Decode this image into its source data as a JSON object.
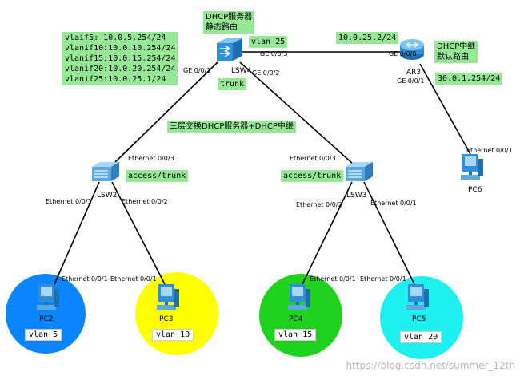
{
  "lsw4": {
    "label": "LSW4",
    "title_lines": [
      "DHCP服务器",
      "静态路由"
    ],
    "vlanif_lines": [
      "vlaif5: 10.0.5.254/24",
      "vlanif10:10.0.10.254/24",
      "vlanif15:10.0.15.254/24",
      "vlanif20:10.0.20.254/24",
      "vlanif25:10.0.25.1/24"
    ],
    "vlan": "vlan 25",
    "trunk": "trunk",
    "port_left": "GE 0/0/1",
    "port_right": "GE 0/0/2",
    "port_ar3": "GE 0/0/3"
  },
  "ar3": {
    "label": "AR3",
    "title_lines": [
      "DHCP中继",
      "默认路由"
    ],
    "ip_top": "10.0.25.2/24",
    "ip_bottom": "30.0.1.254/24",
    "port_top": "GE 0/0/0",
    "port_bottom": "GE 0/0/1"
  },
  "middle_note": "三层交换DHCP服务器+DHCP中继",
  "lsw2": {
    "label": "LSW2",
    "mode": "access/trunk",
    "port_up": "Ethernet 0/0/3",
    "port_left": "Ethernet 0/0/1",
    "port_right": "Ethernet 0/0/2"
  },
  "lsw3": {
    "label": "LSW3",
    "mode": "access/trunk",
    "port_up": "Ethernet 0/0/3",
    "port_left": "Ethernet 0/0/2",
    "port_right": "Ethernet 0/0/1"
  },
  "pc6": {
    "label": "PC6",
    "port": "Ethernet 0/0/1"
  },
  "pcs": [
    {
      "label": "PC2",
      "vlan": "vlan 5",
      "port": "Ethernet 0/0/1",
      "color": "#0a84ff"
    },
    {
      "label": "PC3",
      "vlan": "vlan 10",
      "port": "Ethernet 0/0/1",
      "color": "#ffff00"
    },
    {
      "label": "PC4",
      "vlan": "vlan 15",
      "port": "Ethernet 0/0/1",
      "color": "#1ed21e"
    },
    {
      "label": "PC5",
      "vlan": "vlan 20",
      "port": "Ethernet 0/0/1",
      "color": "#1ef0f0"
    }
  ],
  "watermark": "https://blog.csdn.net/summer_12th",
  "colors": {
    "label_bg": "#96e896",
    "link": "#000000",
    "device": "#2f8fd8"
  }
}
